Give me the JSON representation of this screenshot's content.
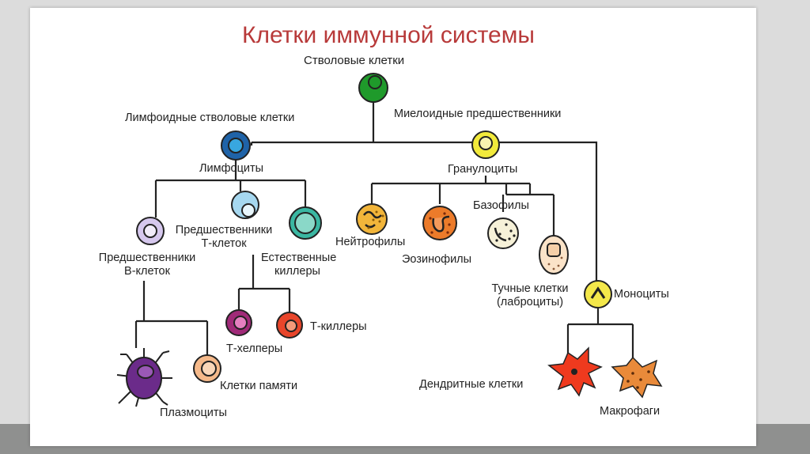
{
  "title": "Клетки иммунной системы",
  "labels": {
    "stem_cells": "Стволовые клетки",
    "lymphoid_stem": "Лимфоидные стволовые клетки",
    "myeloid_precursors": "Миелоидные предшественники",
    "lymphocytes": "Лимфоциты",
    "granulocytes": "Гранулоциты",
    "t_precursors_1": "Предшественники",
    "t_precursors_2": "Т-клеток",
    "natural_killers_1": "Естественные",
    "natural_killers_2": "киллеры",
    "b_precursors_1": "Предшественники",
    "b_precursors_2": "В-клеток",
    "neutrophils": "Нейтрофилы",
    "eosinophils": "Эозинофилы",
    "basophils": "Базофилы",
    "mast_cells_1": "Тучные клетки",
    "mast_cells_2": "(лаброциты)",
    "monocytes": "Моноциты",
    "t_helpers": "Т-хелперы",
    "t_killers": "Т-киллеры",
    "memory_cells": "Клетки памяти",
    "plasmocytes": "Плазмоциты",
    "dendritic_cells": "Дендритные клетки",
    "macrophages": "Макрофаги"
  },
  "colors": {
    "title": "#b83a3a",
    "stem_cell": "#1f9a2b",
    "lymphoid_stem": "#1f63a8",
    "myeloid": "#f2ea3b",
    "t_precursor": "#a6d8f0",
    "natural_killer": "#3ab7a2",
    "b_precursor": "#d6c8ee",
    "neutrophil": "#f2b53a",
    "eosinophil": "#ec7b2a",
    "basophil": "#f6f1d8",
    "mast_cell": "#fbe3c8",
    "monocyte": "#f4e84a",
    "t_helper": "#a02a78",
    "t_killer": "#e8452a",
    "memory_cell": "#f5b98a",
    "plasmocyte": "#6b2b8a",
    "dendritic": "#ef3a1e",
    "macrophage": "#e98a3a"
  }
}
